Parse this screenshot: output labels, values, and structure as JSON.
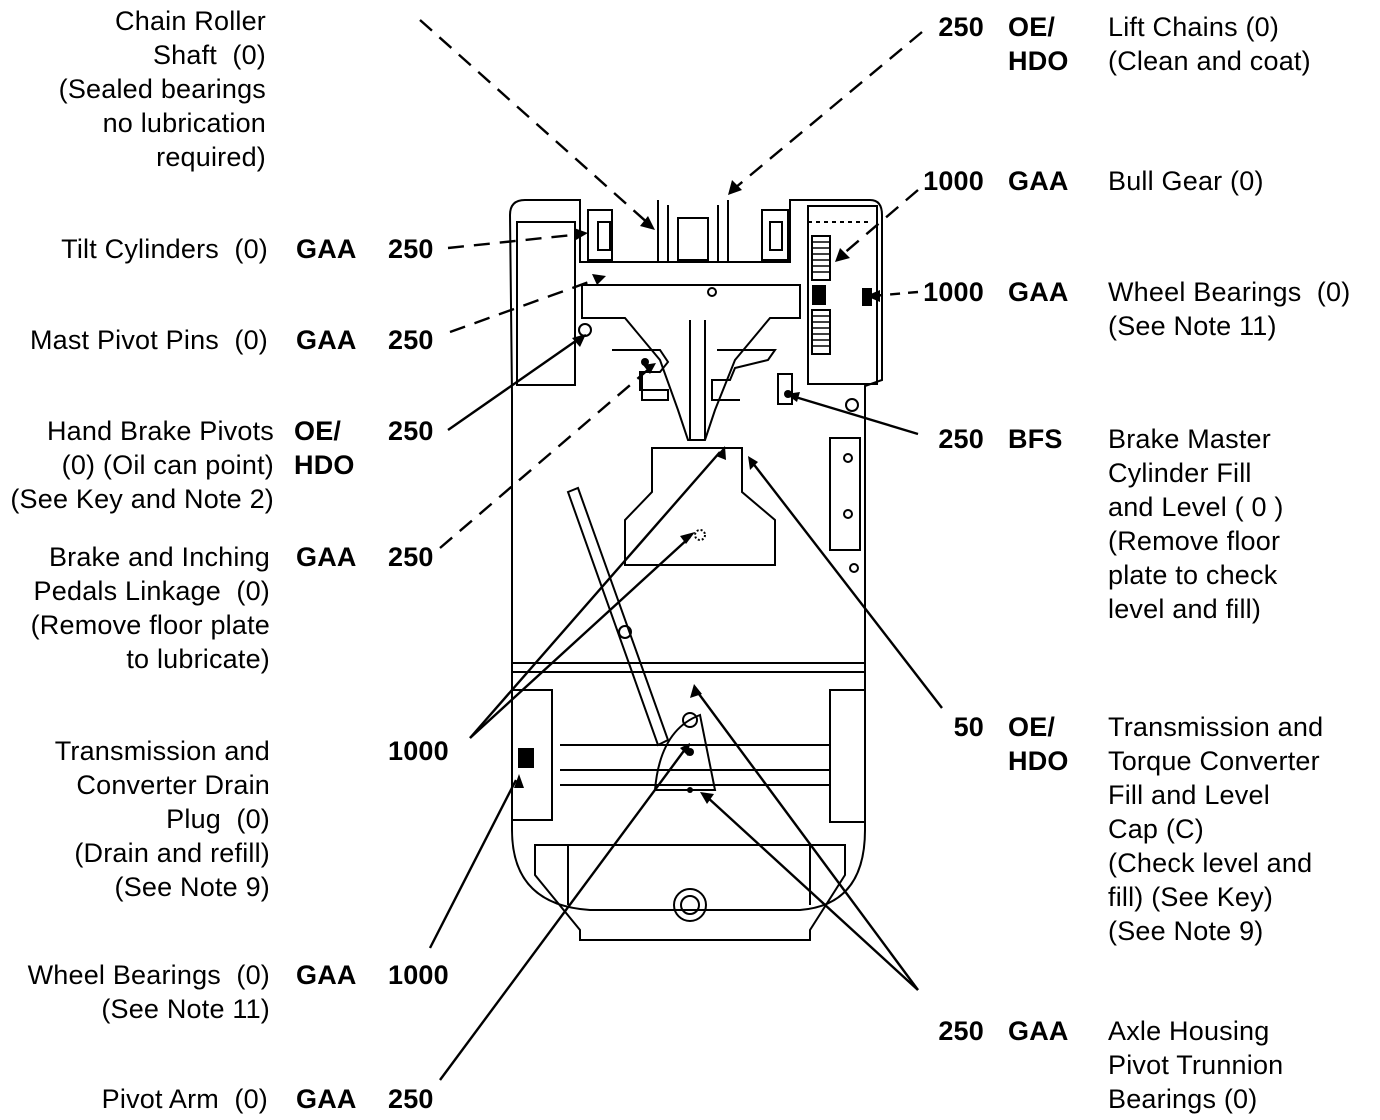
{
  "left": [
    {
      "desc": "Chain Roller\nShaft  (0)\n(Sealed bearings\nno lubrication\nrequired)",
      "lube": "",
      "interval": ""
    },
    {
      "desc": "Tilt Cylinders  (0)",
      "lube": "GAA",
      "interval": "250"
    },
    {
      "desc": "Mast Pivot Pins  (0)",
      "lube": "GAA",
      "interval": "250"
    },
    {
      "desc": "Hand Brake Pivots\n(0) (Oil can point)\n(See Key and Note 2)",
      "lube": "OE/\nHDO",
      "interval": "250"
    },
    {
      "desc": "Brake and Inching\nPedals Linkage  (0)\n(Remove floor plate\nto lubricate)",
      "lube": "GAA",
      "interval": "250"
    },
    {
      "desc": "Transmission and\nConverter Drain\nPlug  (0)\n(Drain and refill)\n(See Note 9)",
      "lube": "",
      "interval": "1000"
    },
    {
      "desc": "Wheel Bearings  (0)\n(See Note 11)",
      "lube": "GAA",
      "interval": "1000"
    },
    {
      "desc": "Pivot Arm  (0)",
      "lube": "GAA",
      "interval": "250"
    }
  ],
  "right": [
    {
      "interval": "250",
      "lube": "OE/\nHDO",
      "desc": "Lift Chains (0)\n(Clean and coat)"
    },
    {
      "interval": "1000",
      "lube": "GAA",
      "desc": "Bull Gear (0)"
    },
    {
      "interval": "1000",
      "lube": "GAA",
      "desc": "Wheel Bearings  (0)\n(See Note 11)"
    },
    {
      "interval": "250",
      "lube": "BFS",
      "desc": "Brake Master\nCylinder Fill\nand Level ( 0 )\n(Remove floor\nplate to check\nlevel and fill)"
    },
    {
      "interval": "50",
      "lube": "OE/\nHDO",
      "desc": "Transmission and\nTorque Converter\nFill and Level\nCap (C)\n(Check level and\nfill) (See Key)\n(See Note 9)"
    },
    {
      "interval": "250",
      "lube": "GAA",
      "desc": "Axle Housing\nPivot Trunnion\nBearings (0)"
    }
  ]
}
